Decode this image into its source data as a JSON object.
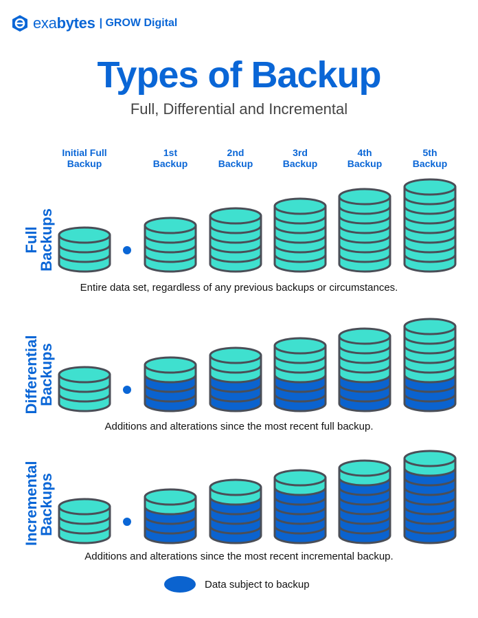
{
  "header": {
    "brand_light": "exa",
    "brand_bold": "bytes",
    "brand_sub": "| GROW Digital",
    "title": "Types of Backup",
    "subtitle": "Full, Differential and Incremental"
  },
  "columns": [
    {
      "line1": "Initial Full",
      "line2": "Backup"
    },
    {
      "line1": "1st",
      "line2": "Backup"
    },
    {
      "line1": "2nd",
      "line2": "Backup"
    },
    {
      "line1": "3rd",
      "line2": "Backup"
    },
    {
      "line1": "4th",
      "line2": "Backup"
    },
    {
      "line1": "5th",
      "line2": "Backup"
    }
  ],
  "rows": [
    {
      "line1": "Full",
      "line2": "Backups",
      "description": "Entire data set, regardless of any previous backups or circumstances.",
      "stacks": [
        {
          "blue": 0,
          "teal": 3
        },
        {
          "blue": 0,
          "teal": 4
        },
        {
          "blue": 0,
          "teal": 5
        },
        {
          "blue": 0,
          "teal": 6
        },
        {
          "blue": 0,
          "teal": 7
        },
        {
          "blue": 0,
          "teal": 8
        }
      ]
    },
    {
      "line1": "Differential",
      "line2": "Backups",
      "description": "Additions and alterations since the most recent full backup.",
      "stacks": [
        {
          "blue": 0,
          "teal": 3
        },
        {
          "blue": 3,
          "teal": 1
        },
        {
          "blue": 3,
          "teal": 2
        },
        {
          "blue": 3,
          "teal": 3
        },
        {
          "blue": 3,
          "teal": 4
        },
        {
          "blue": 3,
          "teal": 5
        }
      ]
    },
    {
      "line1": "Incremental",
      "line2": "Backups",
      "description": "Additions and alterations since the most recent incremental backup.",
      "stacks": [
        {
          "blue": 0,
          "teal": 3
        },
        {
          "blue": 3,
          "teal": 1
        },
        {
          "blue": 4,
          "teal": 1
        },
        {
          "blue": 5,
          "teal": 1
        },
        {
          "blue": 6,
          "teal": 1
        },
        {
          "blue": 7,
          "teal": 1
        }
      ]
    }
  ],
  "legend": {
    "label": "Data subject to backup"
  },
  "colors": {
    "brand": "#0a66d6",
    "teal": "#3fe0cf",
    "blue": "#0b63cf",
    "outline": "#4a4e57"
  }
}
